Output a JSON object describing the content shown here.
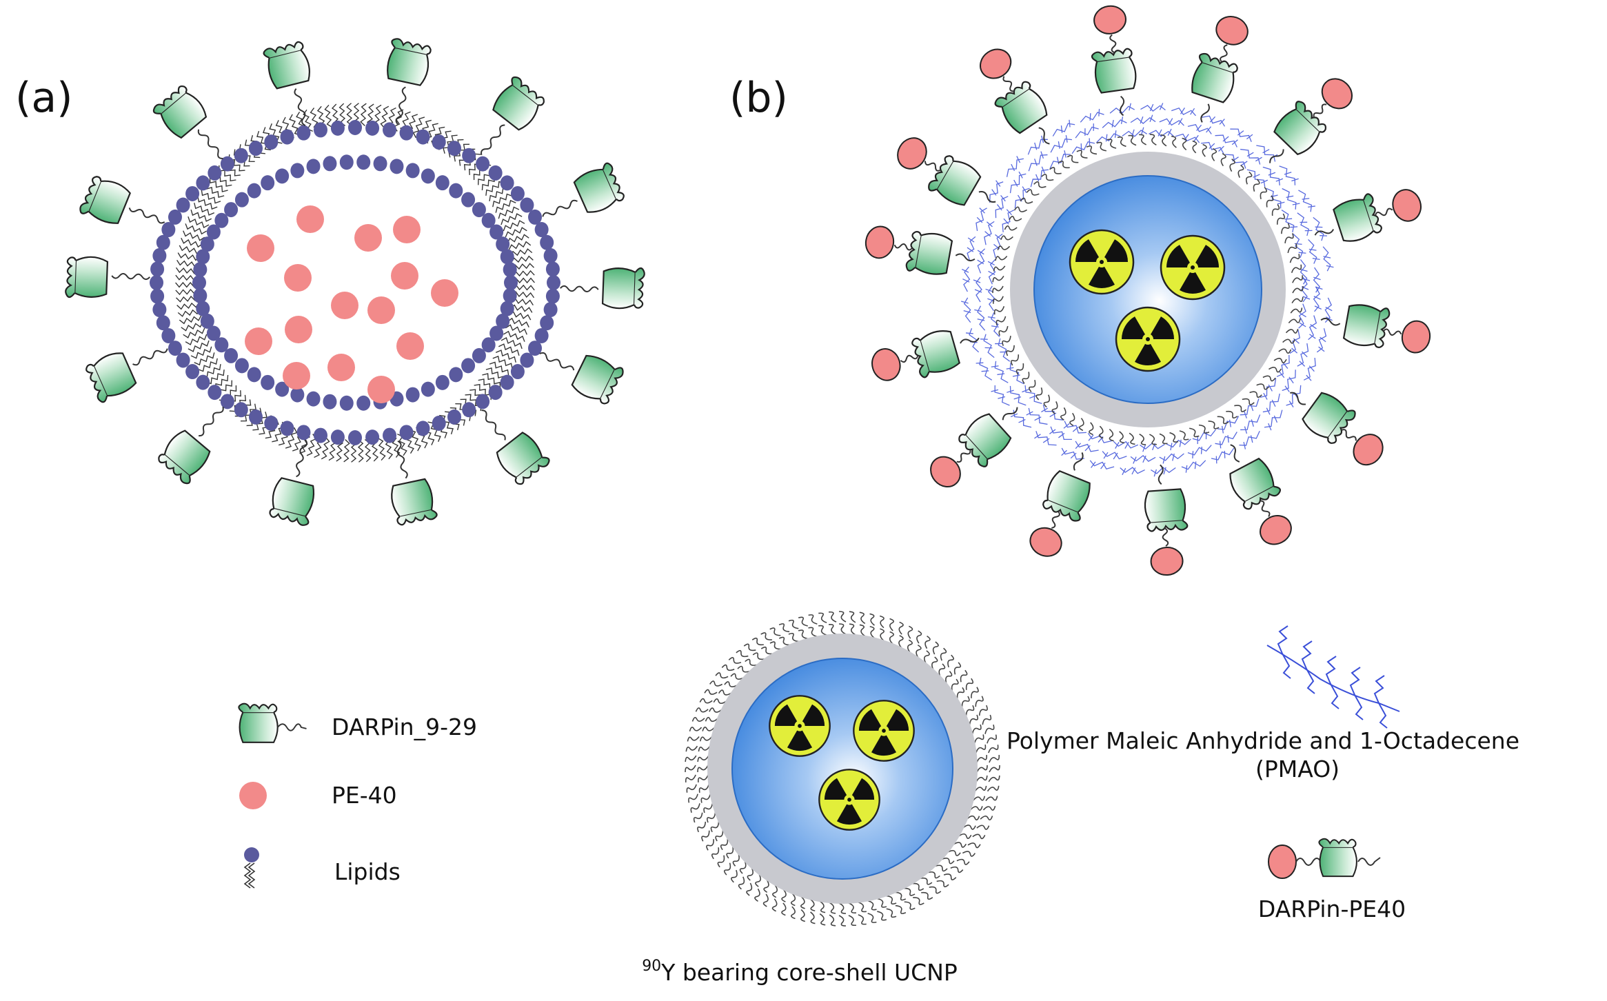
{
  "panels": {
    "a": {
      "label": "(a)"
    },
    "b": {
      "label": "(b)"
    }
  },
  "legend": {
    "darpin": {
      "label": "DARPin_9-29",
      "icon": "darpin-icon"
    },
    "pe40": {
      "label": "PE-40",
      "icon": "pe40-icon"
    },
    "lipids": {
      "label": "Lipids",
      "icon": "lipid-icon"
    }
  },
  "ucnp_caption": {
    "superscript": "90",
    "text": "Y bearing core-shell UCNP"
  },
  "pmao": {
    "line1": "Polymer Maleic Anhydride and 1-Octadecene",
    "line2": "(PMAO)",
    "icon": "pmao-icon"
  },
  "darpin_pe40": {
    "label": "DARPin-PE40",
    "icon": "darpin-pe40-icon"
  },
  "colors": {
    "darpin_green": "#5dbb80",
    "pe40_red": "#f28a8a",
    "lipid_blue": "#5a5a9e",
    "core_blue": "#4a8fe0",
    "shell_gray": "#c8c9cf",
    "radiation_yellow": "#e2ee3a",
    "pmao_blue": "#3a4fd8"
  }
}
